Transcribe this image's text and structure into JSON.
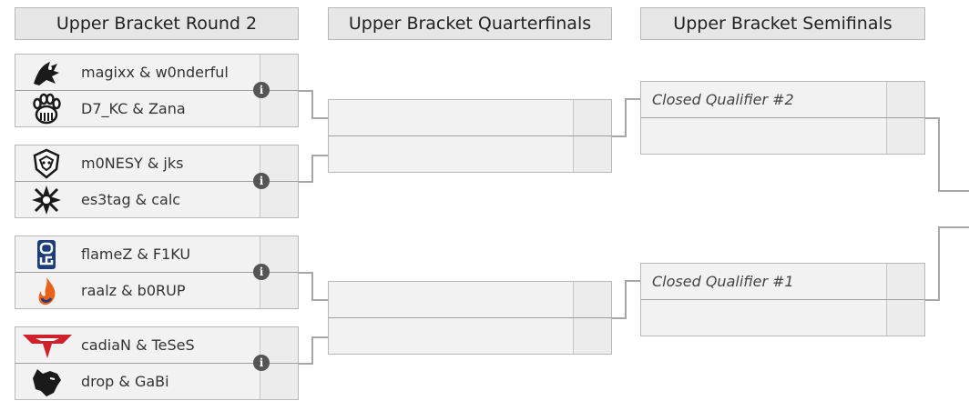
{
  "headers": {
    "round2": "Upper Bracket Round 2",
    "quarterfinals": "Upper Bracket Quarterfinals",
    "semifinals": "Upper Bracket Semifinals"
  },
  "round2": [
    {
      "top": {
        "name": "magixx & w0nderful",
        "logo": "team-spirit-dragon-logo",
        "score": ""
      },
      "bottom": {
        "name": "D7_KC & Zana",
        "logo": "big-paw-logo",
        "score": ""
      }
    },
    {
      "top": {
        "name": "m0NESY & jks",
        "logo": "g2-logo",
        "score": ""
      },
      "bottom": {
        "name": "es3tag & calc",
        "logo": "ninjas-in-pyjamas-logo",
        "score": ""
      }
    },
    {
      "top": {
        "name": "flameZ & F1KU",
        "logo": "og-logo",
        "score": ""
      },
      "bottom": {
        "name": "raalz & b0RUP",
        "logo": "flame-logo",
        "score": ""
      }
    },
    {
      "top": {
        "name": "cadiaN & TeSeS",
        "logo": "heroic-logo",
        "score": ""
      },
      "bottom": {
        "name": "drop & GaBi",
        "logo": "furia-panther-logo",
        "score": ""
      }
    }
  ],
  "info_icon": "i",
  "quarterfinals": [
    {
      "top": {
        "name": "",
        "score": ""
      },
      "bottom": {
        "name": "",
        "score": ""
      }
    },
    {
      "top": {
        "name": "",
        "score": ""
      },
      "bottom": {
        "name": "",
        "score": ""
      }
    }
  ],
  "semifinals": [
    {
      "top": {
        "name": "Closed Qualifier #2",
        "score": ""
      },
      "bottom": {
        "name": "",
        "score": ""
      }
    },
    {
      "top": {
        "name": "Closed Qualifier #1",
        "score": ""
      },
      "bottom": {
        "name": "",
        "score": ""
      }
    }
  ]
}
